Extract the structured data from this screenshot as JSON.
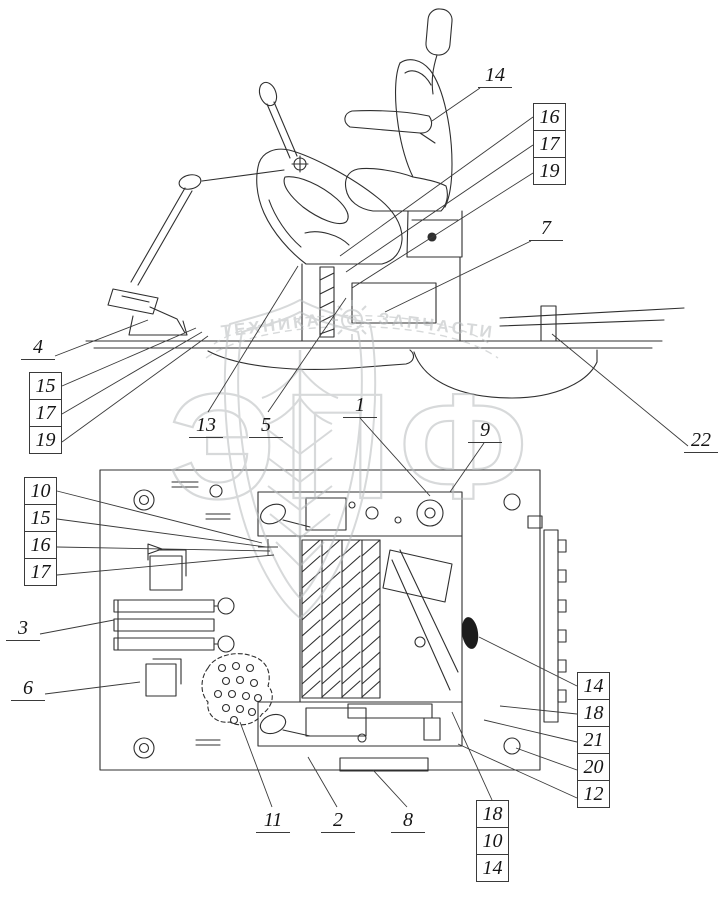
{
  "watermark": {
    "brand": "ЭПФ",
    "arc_left": "ТЕХНИКА",
    "arc_right": "ЗАПЧАСТИ"
  },
  "callouts": [
    {
      "label": "14"
    },
    {
      "label": "16"
    },
    {
      "label": "17"
    },
    {
      "label": "19"
    },
    {
      "label": "7"
    },
    {
      "label": "22"
    },
    {
      "label": "4"
    },
    {
      "label": "15"
    },
    {
      "label": "17"
    },
    {
      "label": "19"
    },
    {
      "label": "13"
    },
    {
      "label": "5"
    },
    {
      "label": "1"
    },
    {
      "label": "9"
    },
    {
      "label": "10"
    },
    {
      "label": "15"
    },
    {
      "label": "16"
    },
    {
      "label": "17"
    },
    {
      "label": "3"
    },
    {
      "label": "6"
    },
    {
      "label": "11"
    },
    {
      "label": "2"
    },
    {
      "label": "8"
    },
    {
      "label": "18"
    },
    {
      "label": "10"
    },
    {
      "label": "14"
    },
    {
      "label": "14"
    },
    {
      "label": "18"
    },
    {
      "label": "21"
    },
    {
      "label": "20"
    },
    {
      "label": "12"
    }
  ]
}
